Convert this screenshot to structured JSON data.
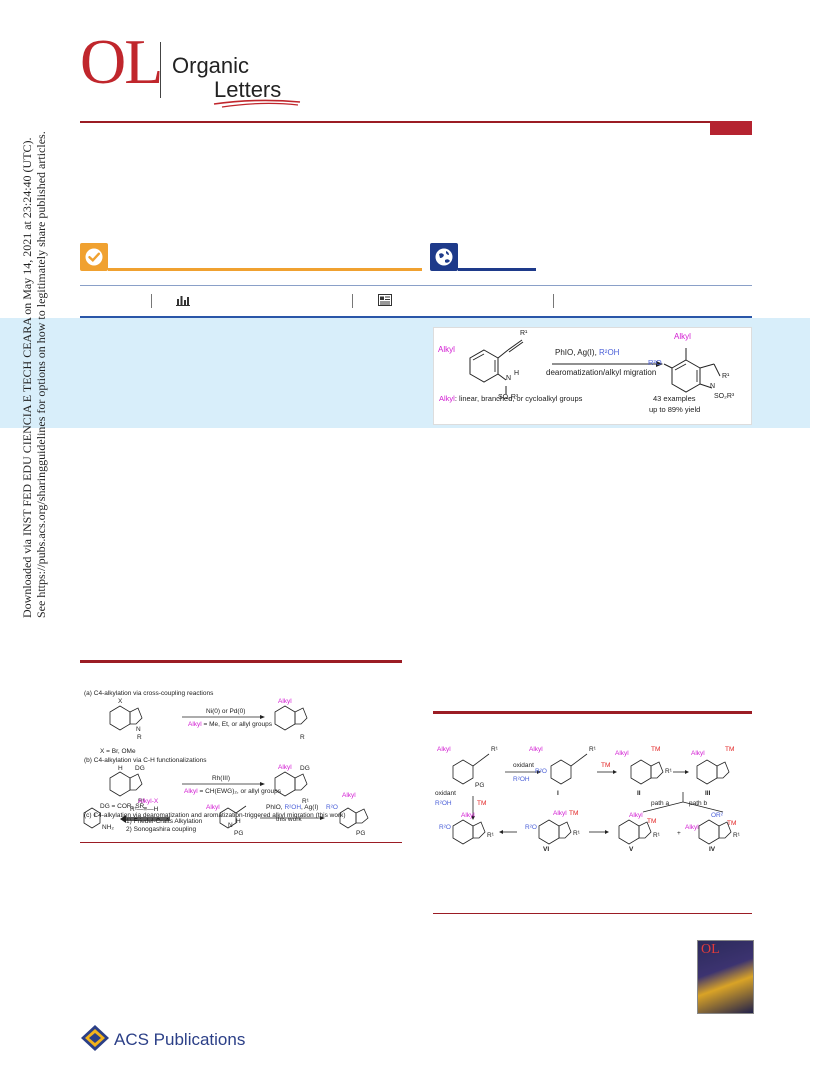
{
  "header": {
    "logo_letters": "OL",
    "journal_name_line1": "Organic",
    "journal_name_line2": "Letters"
  },
  "side_notice": {
    "line1": "Downloaded via INST FED EDU CIENCIA E TECH CEARA on May 14, 2021 at 23:24:40 (UTC).",
    "line2": "See https://pubs.acs.org/sharingguidelines for options on how to legitimately share published articles."
  },
  "toc": {
    "reagent_label": "PhIO, Ag(I), ",
    "reagent_alcohol": "R²OH",
    "process_label": "dearomatization/alkyl migration",
    "substituent_r1": "R¹",
    "substituent_r2o": "R²O",
    "alkyl": "Alkyl",
    "nh": "N",
    "h": "H",
    "so2r3": "SO₂R³",
    "alkyl_note_prefix": "Alkyl",
    "alkyl_note": ": linear, branched, or cycloalkyl groups",
    "examples": "43 examples",
    "yield": "up to 89% yield"
  },
  "scheme1": {
    "a_title": "(a) C4-alkylation via cross-coupling reactions",
    "a_x": "X",
    "a_reagent": "Ni(0) or Pd(0)",
    "a_alkyl_note_prefix": "Alkyl",
    "a_alkyl_note": " = Me, Et, or allyl groups",
    "a_x_def": "X = Br, OMe",
    "a_r": "R",
    "a_n": "N",
    "b_title": "(b) C4-alkylation via C-H functionalizations",
    "b_h": "H",
    "b_dg": "DG",
    "b_reagent": "Rh(III)",
    "b_alkyl_note_prefix": "Alkyl",
    "b_alkyl_note": " = CH(EWG)₂, or allyl groups",
    "b_dg_def": "DG = COR, SR",
    "b_r1": "R¹",
    "c_title": "(c) C4-alkylation via dearomatization and aromatization-triggered alkyl migration (this work)",
    "c_i": "I",
    "c_nh2": "NH₂",
    "c_alkyl_x": "Alkyl-X",
    "c_alkyne": "R¹—≡—H",
    "c_step1": "1) Friedel-Crafts Alkylation",
    "c_step2": "2) Sonogashira coupling",
    "c_reagent_prefix": "PhIO, ",
    "c_reagent_alcohol": "R²OH",
    "c_reagent_suffix": ", Ag(I)",
    "c_this_work": "this work",
    "c_pg": "PG",
    "c_nh": "N",
    "c_h": "H"
  },
  "scheme2": {
    "oxidant": "oxidant",
    "r2oh": "R²OH",
    "tm": "TM",
    "r1": "R¹",
    "r2o": "R²O",
    "or2": "OR²",
    "alkyl": "Alkyl",
    "pg": "PG",
    "n": "N",
    "h": "H",
    "path_a": "path a",
    "path_b": "path b",
    "plus": "+",
    "label_I": "I",
    "label_II": "II",
    "label_III": "III",
    "label_IV": "IV",
    "label_V": "V",
    "label_VI": "VI"
  },
  "cover": {
    "letters": "OL"
  },
  "footer": {
    "publisher": "ACS Publications"
  },
  "colors": {
    "brand_red": "#c0262c",
    "rule_red": "#9b1c24",
    "badge_orange": "#f0a130",
    "badge_blue": "#1e3a8a",
    "abstract_bg": "#d8eefa",
    "alkyl_magenta": "#d21bd2",
    "tm_red": "#e21e1e",
    "alcohol_blue": "#4a5fd8"
  },
  "icons": [
    "check-icon",
    "globe-icon",
    "metrics-icon",
    "article-icon",
    "acs-emblem-icon"
  ]
}
